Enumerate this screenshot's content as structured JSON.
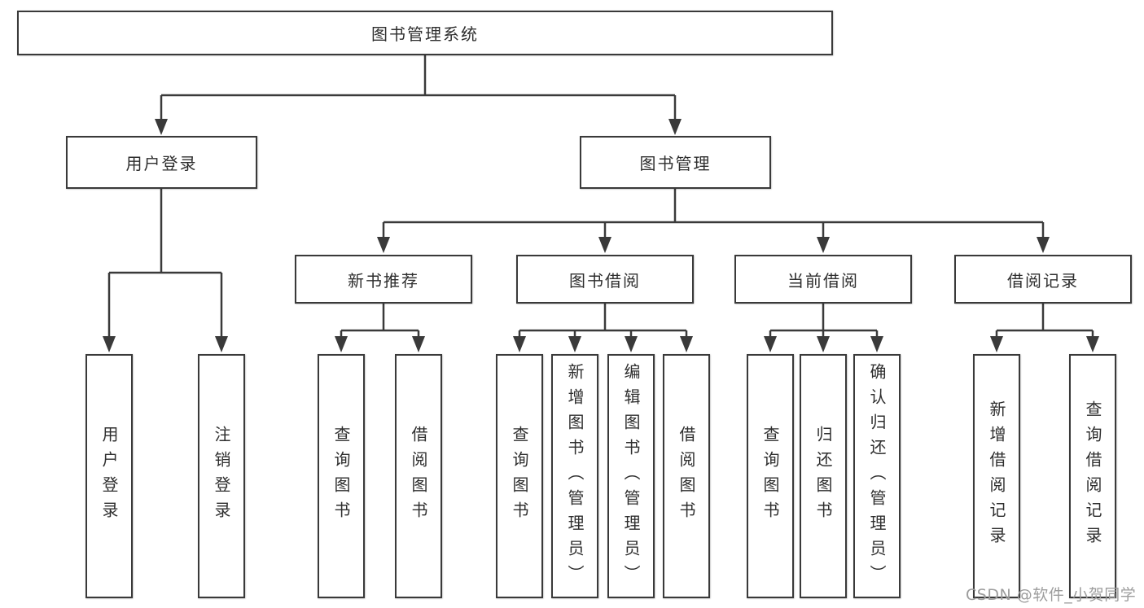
{
  "diagram": {
    "root": "图书管理系统",
    "level1": [
      "用户登录",
      "图书管理"
    ],
    "level2": [
      "新书推荐",
      "图书借阅",
      "当前借阅",
      "借阅记录"
    ],
    "leaves": {
      "user_login": [
        "用户登录",
        "注销登录"
      ],
      "new_books": [
        "查询图书",
        "借阅图书"
      ],
      "book_borrowing": [
        "查询图书",
        "新增图书（管理员）",
        "编辑图书（管理员）",
        "借阅图书"
      ],
      "current_borrowing": [
        "查询图书",
        "归还图书",
        "确认归还（管理员）"
      ],
      "borrowing_records": [
        "新增借阅记录",
        "查询借阅记录"
      ]
    }
  },
  "watermark": "CSDN @软件_小贺同学",
  "colors": {
    "line": "#3a3a3a",
    "box_border": "#3a3a3a",
    "box_fill": "#ffffff",
    "text": "#2e2e2e",
    "watermark": "#9d9d9d",
    "background": "#ffffff"
  }
}
